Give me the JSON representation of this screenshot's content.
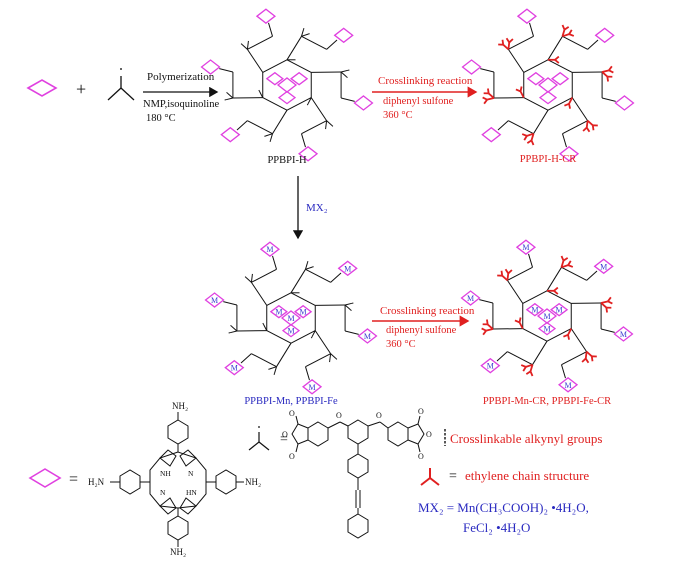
{
  "colors": {
    "ring": "#e040e0",
    "crosslink": "#e02020",
    "metal": "#3a3ad0",
    "ink": "#111111",
    "red_text": "#e02020",
    "blue_text": "#2a2ac0"
  },
  "plus_sign": "+",
  "step1": {
    "line1": "Polymerization",
    "line2": "NMP,isoquinoline",
    "temp": "180 °C"
  },
  "crosslink_step": {
    "line1": "Crosslinking reaction",
    "line2": "diphenyl sulfone",
    "temp": "360 °C"
  },
  "mx_step": {
    "label": "MX₂"
  },
  "metal_symbol": "M",
  "products": {
    "ppbpi_h": "PPBPI-H",
    "ppbpi_h_cr": "PPBPI-H-CR",
    "ppbpi_metal": "PPBPI-Mn, PPBPI-Fe",
    "ppbpi_metal_cr": "PPBPI-Mn-CR, PPBPI-Fe-CR"
  },
  "legend": {
    "equals": "=",
    "nh2": "NH₂",
    "h2n": "H₂N",
    "n": "N",
    "nh": "NH",
    "hn": "HN",
    "o": "O",
    "alkynyl": "Crosslinkable alkynyl groups",
    "ethylene": "ethylene chain structure",
    "mx2_eq": "MX₂  = Mn(CH₃COOH)₂ •4H₂O,",
    "mx2_eq2": "FeCl₂ •4H₂O"
  }
}
